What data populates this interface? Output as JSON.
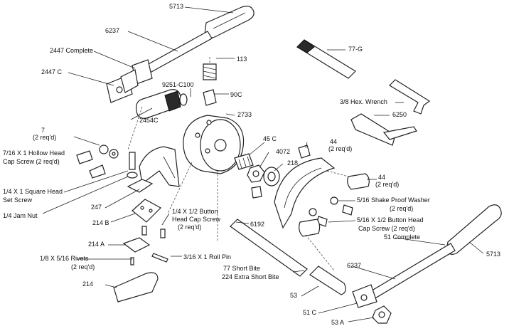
{
  "labels": {
    "l5713_top": "5713",
    "l6237_top": "6237",
    "l2447_complete": "2447 Complete",
    "l2447_c": "2447 C",
    "l113": "113",
    "l9251": "9251-C100",
    "l90c": "90C",
    "l2733": "2733",
    "l2454c": "2454C",
    "l77g": "77-G",
    "l38hex": "3/8 Hex. Wrench",
    "l6250": "6250",
    "l7": "7",
    "l7_req": "(2 req'd)",
    "l716_a": "7/16 X 1 Hollow Head",
    "l716_b": "Cap Screw (2 req'd)",
    "l45c": "45 C",
    "l4072": "4072",
    "l218": "218",
    "l44a": "44",
    "l44a_req": "(2 req'd)",
    "l44b": "44",
    "l44b_req": "(2 req'd)",
    "l14sq_a": "1/4 X 1 Square Head",
    "l14sq_b": "Set Screw",
    "l14jam": "1/4 Jam Nut",
    "l247": "247",
    "l214b": "214 B",
    "l14btn_a": "1/4 X 1/2 Button",
    "l14btn_b": "Head Cap Screw",
    "l14btn_c": "(2 req'd)",
    "l516shake_a": "5/16 Shake Proof Washer",
    "l516shake_b": "(2 req'd)",
    "l516btn_a": "5/16 X 1/2 Button Head",
    "l516btn_b": "Cap Screw (2 req'd)",
    "l6192": "6192",
    "l214a": "214 A",
    "l316roll": "3/16 X 1 Roll Pin",
    "l51complete": "51 Complete",
    "l5713_bot": "5713",
    "l18rivet_a": "1/8 X 5/16 Rivets",
    "l18rivet_b": "(2 req'd)",
    "l77short": "77 Short Bite",
    "l224short": "224 Extra Short Bite",
    "l6237_bot": "6237",
    "l214": "214",
    "l53": "53",
    "l51c": "51 C",
    "l53a": "53 A"
  }
}
